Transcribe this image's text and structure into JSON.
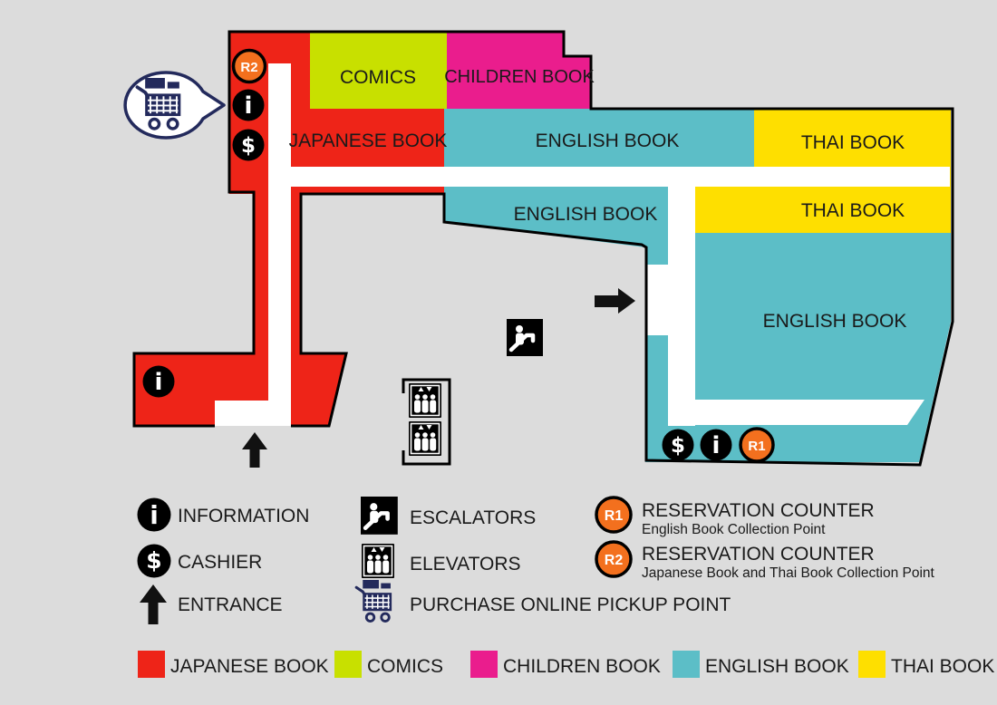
{
  "colors": {
    "background": "#dcdcdc",
    "japanese_book": "#ee2418",
    "comics": "#c8e000",
    "children_book": "#ea1d8d",
    "english_book": "#5cbec7",
    "thai_book": "#fedf00",
    "reservation_orange": "#f3701e",
    "icon_black": "#000000",
    "cart_navy": "#232a5c",
    "corridor_white": "#ffffff"
  },
  "map": {
    "region_labels": {
      "comics": "COMICS",
      "children": "CHILDREN BOOK",
      "japanese": "JAPANESE BOOK",
      "english_top": "ENGLISH BOOK",
      "thai_top": "THAI BOOK",
      "english_mid": "ENGLISH BOOK",
      "thai_mid": "THAI BOOK",
      "english_right": "ENGLISH BOOK"
    },
    "badges": {
      "r1": "R1",
      "r2": "R2",
      "information": "i",
      "cashier": "$"
    }
  },
  "legend": {
    "information": "INFORMATION",
    "cashier": "CASHIER",
    "entrance": "ENTRANCE",
    "escalators": "ESCALATORS",
    "elevators": "ELEVATORS",
    "pickup": "PURCHASE ONLINE PICKUP POINT",
    "reservations": [
      {
        "badge": "R1",
        "title": "RESERVATION COUNTER",
        "subtitle": "English Book Collection Point"
      },
      {
        "badge": "R2",
        "title": "RESERVATION COUNTER",
        "subtitle": "Japanese Book and Thai Book Collection Point"
      }
    ]
  },
  "color_key": [
    {
      "label": "JAPANESE BOOK"
    },
    {
      "label": "COMICS"
    },
    {
      "label": "CHILDREN BOOK"
    },
    {
      "label": "ENGLISH BOOK"
    },
    {
      "label": "THAI BOOK"
    }
  ]
}
